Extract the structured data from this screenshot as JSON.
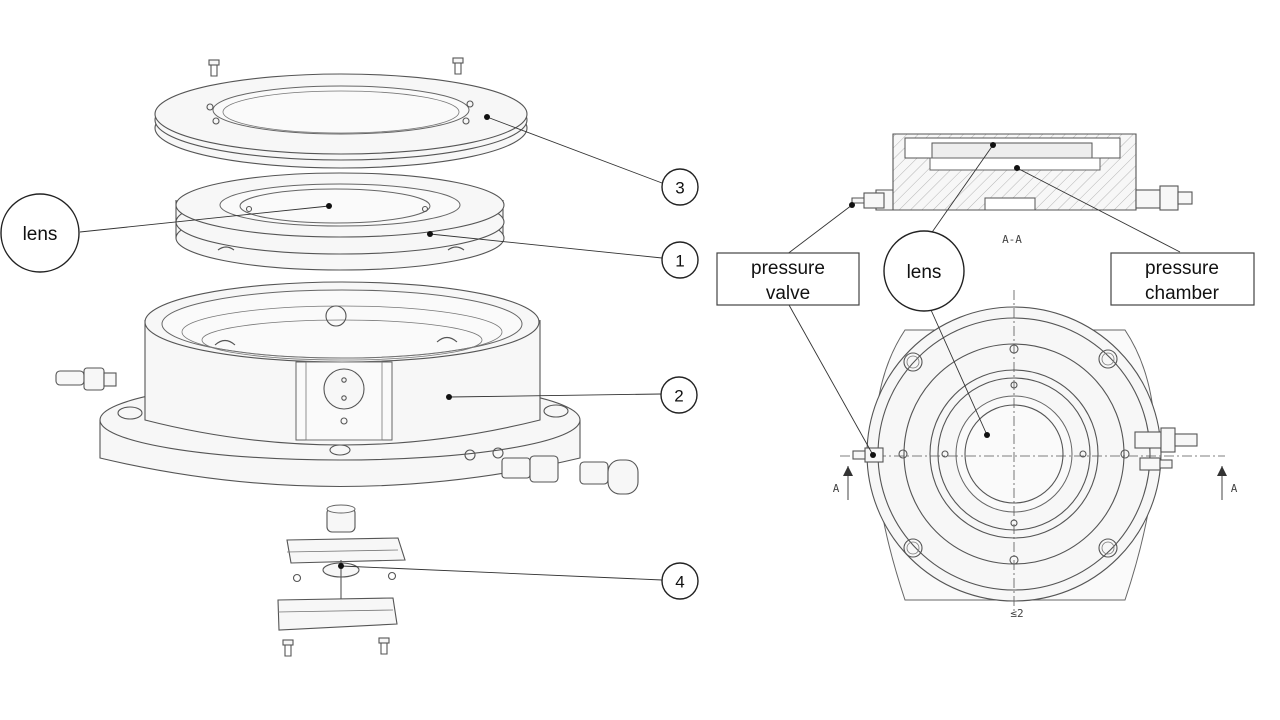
{
  "exploded_view": {
    "callouts": [
      "1",
      "2",
      "3",
      "4"
    ],
    "lens_label": "lens"
  },
  "section_view": {
    "section_label": "A-A",
    "arrow_label_left": "A",
    "arrow_label_right": "A",
    "bottom_note": "≤2"
  },
  "labels": {
    "pressure_valve": [
      "pressure",
      "valve"
    ],
    "lens": "lens",
    "pressure_chamber": [
      "pressure",
      "chamber"
    ]
  }
}
